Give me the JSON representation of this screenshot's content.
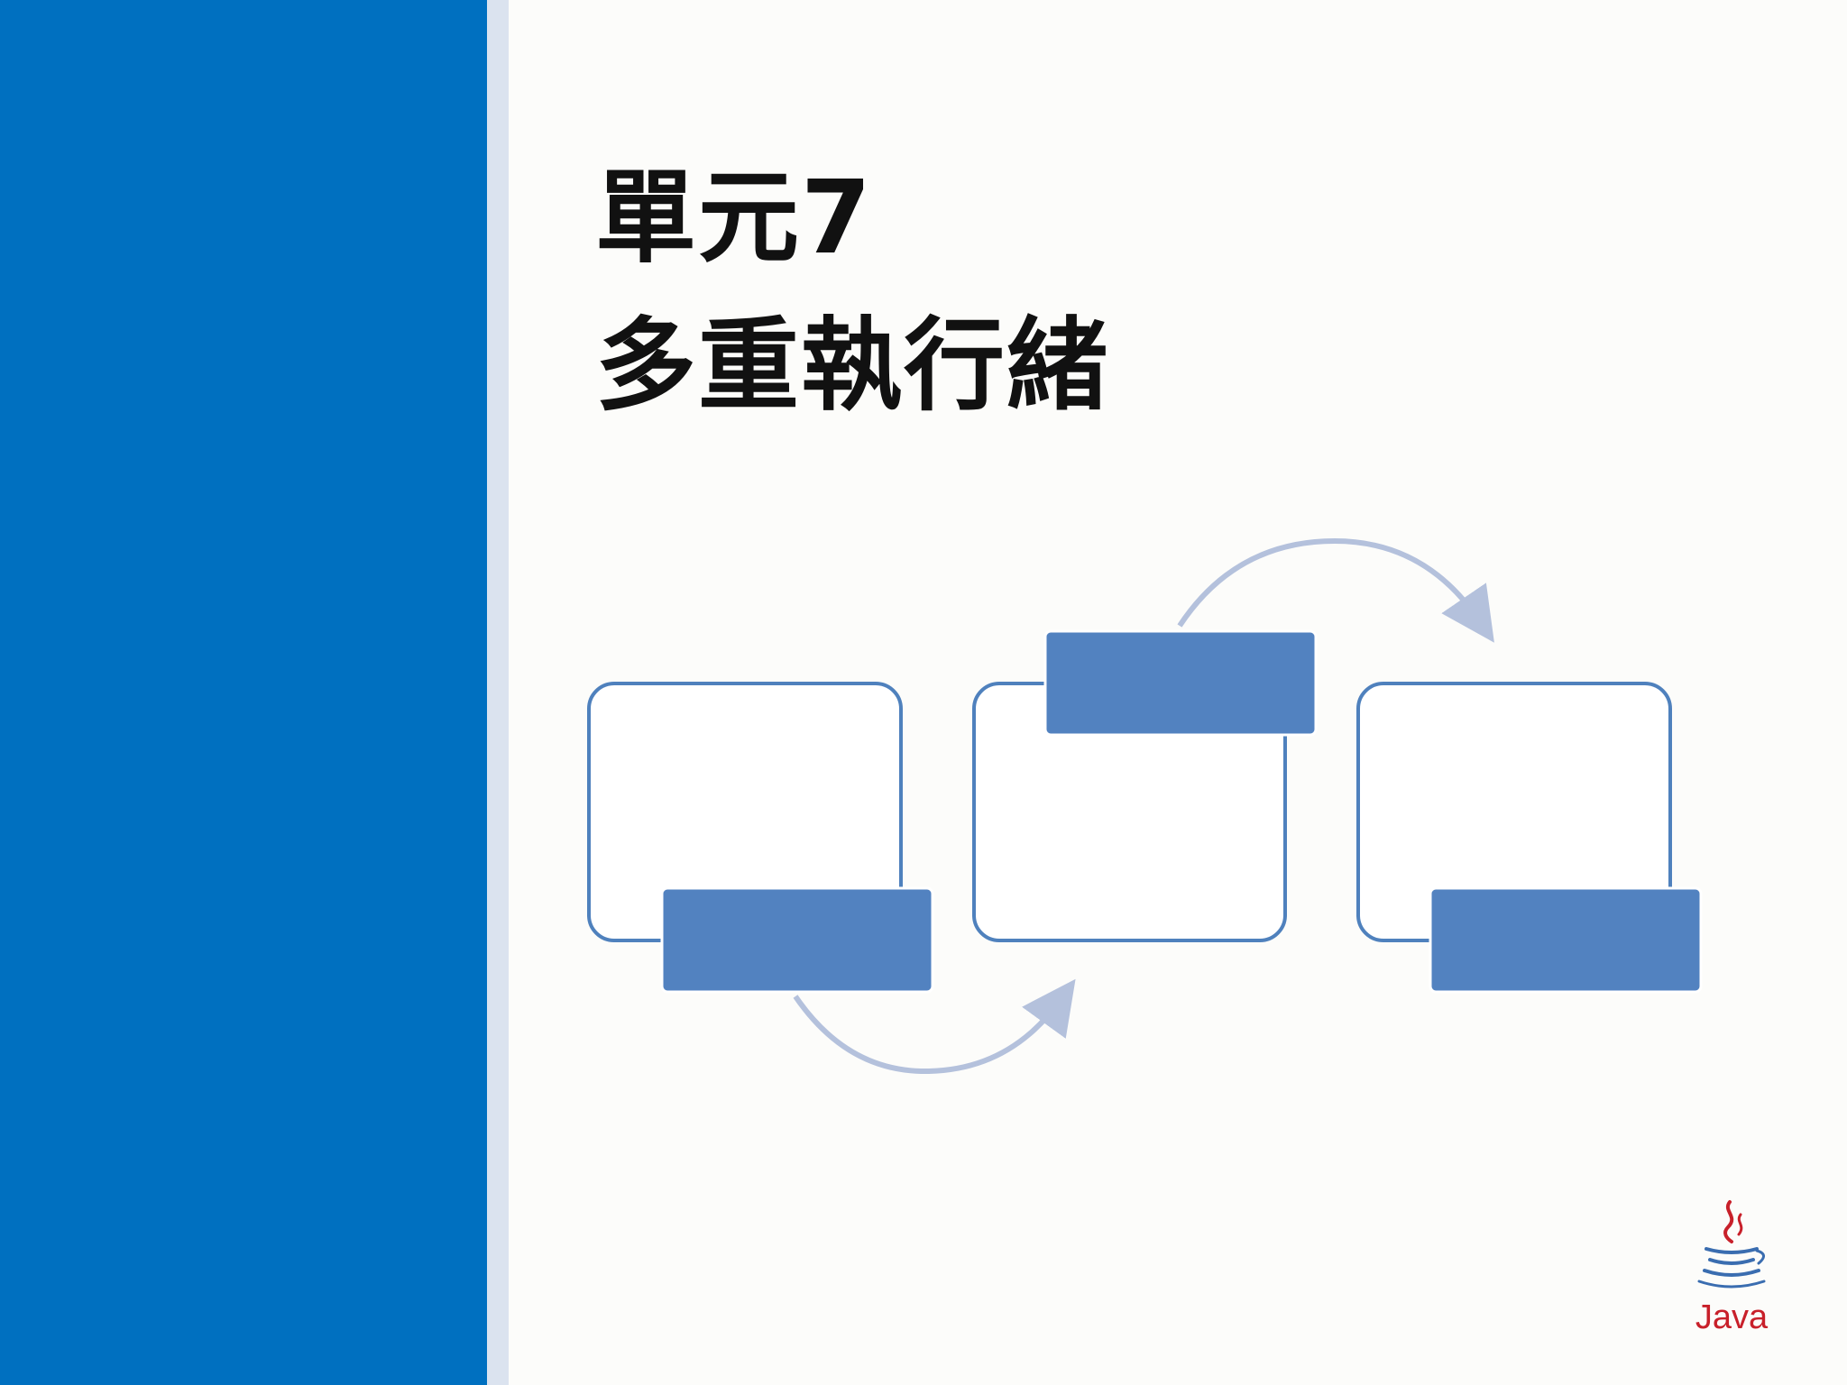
{
  "slide": {
    "title_line1": "單元7",
    "title_line2": "多重執行緒"
  },
  "logo": {
    "text": "Java",
    "icon": "java-coffee-cup-icon"
  },
  "colors": {
    "sidebar": "#0070c0",
    "sidebar_stripe": "#dbe3ef",
    "background": "#fcfcfa",
    "box_outline": "#4f81bd",
    "box_fill": "#5282c0",
    "arrow": "#b4c1dc",
    "logo_red": "#c8202a",
    "logo_blue": "#3a6db0"
  }
}
